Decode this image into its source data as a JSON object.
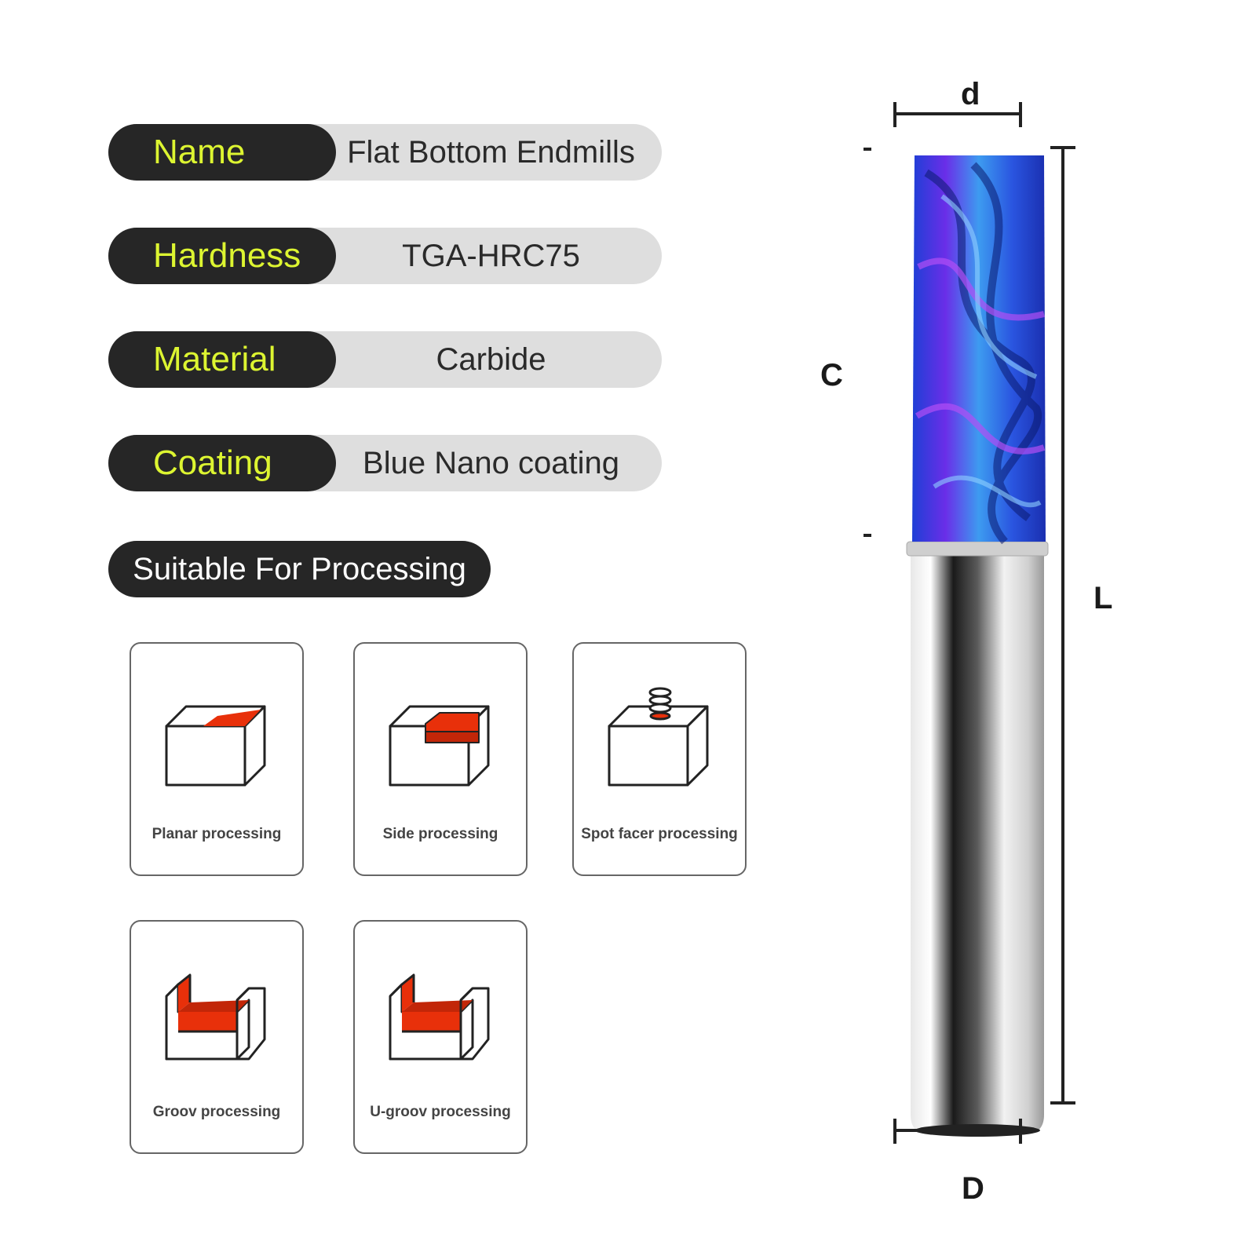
{
  "specs": [
    {
      "label": "Name",
      "value": "Flat Bottom Endmills"
    },
    {
      "label": "Hardness",
      "value": "TGA-HRC75"
    },
    {
      "label": "Material",
      "value": "Carbide"
    },
    {
      "label": "Coating",
      "value": "Blue Nano coating"
    }
  ],
  "suitable_label": "Suitable For Processing",
  "processes": [
    {
      "label": "Planar processing",
      "icon": "planar-processing-icon"
    },
    {
      "label": "Side processing",
      "icon": "side-processing-icon"
    },
    {
      "label": "Spot facer processing",
      "icon": "spot-facer-processing-icon"
    },
    {
      "label": "Groov processing",
      "icon": "groove-processing-icon"
    },
    {
      "label": "U-groov processing",
      "icon": "u-groove-processing-icon"
    }
  ],
  "dimensions": {
    "d": "d",
    "C": "C",
    "L": "L",
    "D": "D"
  },
  "colors": {
    "pill_dark": "#262626",
    "label_yellow": "#ddf531",
    "pill_light": "#dedede",
    "cut_red": "#e8300a",
    "coating_blue": "#2f6de0",
    "coating_purple": "#8a2be2"
  }
}
